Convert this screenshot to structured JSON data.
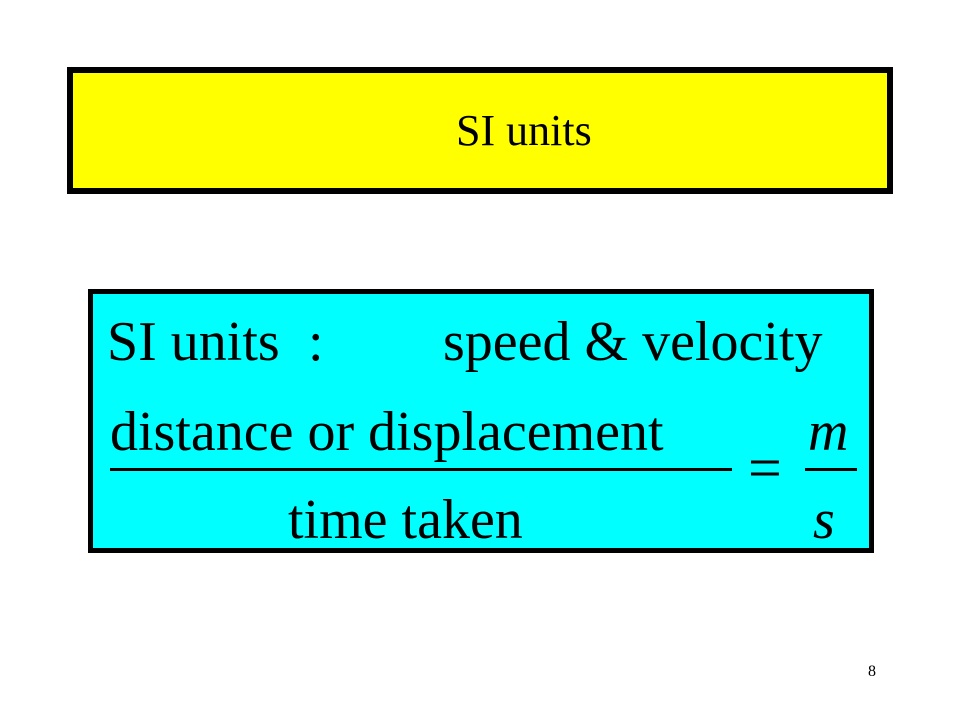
{
  "slide": {
    "title": "SI units",
    "page_number": "8"
  },
  "formula": {
    "label": "SI units",
    "colon": ":",
    "quantity": "speed & velocity",
    "numerator": "distance or displacement",
    "denominator": "time taken",
    "equals": "=",
    "unit_numerator": "m",
    "unit_denominator": "s"
  },
  "colors": {
    "title_background": "#ffff00",
    "formula_background": "#00ffff",
    "border": "#000000"
  }
}
